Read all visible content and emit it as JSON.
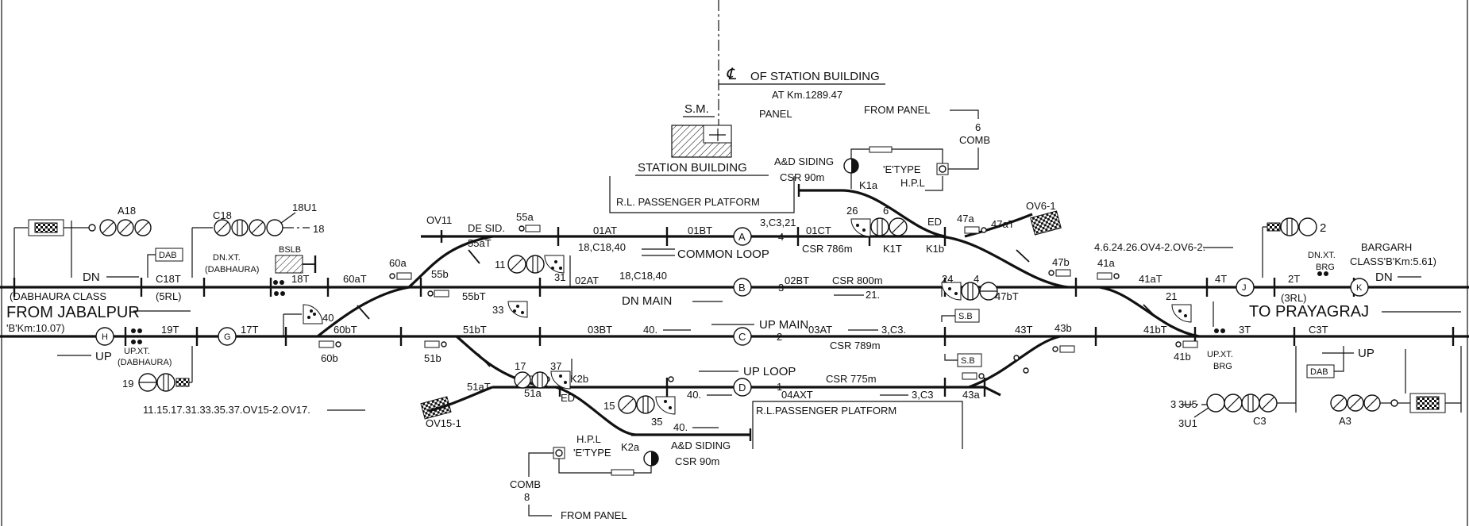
{
  "station": {
    "centre_line": "OF STATION BUILDING",
    "km": "AT Km.1289.47",
    "panel": "PANEL",
    "sm": "S.M.",
    "building": "STATION BUILDING",
    "rl_platform_top": "R.L. PASSENGER PLATFORM",
    "rl_platform_bottom": "R.L.PASSENGER PLATFORM",
    "sb": "S.B"
  },
  "ends": {
    "left_class": "(DABHAURA CLASS",
    "left_from": "FROM JABALPUR",
    "left_km": "'B'Km:10.07)",
    "right_to": "TO PRAYAGRAJ",
    "right_class_1": "BARGARH",
    "right_class_2": "CLASS'B'Km:5.61)"
  },
  "lines": {
    "common_loop": "COMMON LOOP",
    "dn_main": "DN MAIN",
    "up_main": "UP MAIN",
    "up_loop": "UP LOOP",
    "de_sid": "DE SID.",
    "dn": "DN",
    "up": "UP"
  },
  "sidings": {
    "ad_siding": "A&D SIDING",
    "csr90": "CSR 90m",
    "etype": "'E'TYPE",
    "hpl": "H.P.L",
    "from_panel": "FROM PANEL",
    "comb": "COMB",
    "comb_top_no": "6",
    "comb_bottom_no": "8",
    "ed": "ED"
  },
  "csr": {
    "loop": "CSR 786m",
    "dn_main": "CSR 800m",
    "up_main": "CSR 789m",
    "up_loop": "CSR 775m"
  },
  "routes": {
    "r_318c21": "3,C3,21",
    "r_18c1840a": "18,C18,40",
    "r_18c1840b": "18,C18,40",
    "r_21": "21.",
    "r_40a": "40.",
    "r_3c3a": "3,C3.",
    "r_40b": "40.",
    "r_3c3b": "3,C3",
    "r_40c": "40.",
    "left_list": "11.15.17.31.33.35.37.OV15-2.OV17.",
    "right_list": "4.6.24.26.OV4-2.OV6-2."
  },
  "stations": {
    "A": "A",
    "B": "B",
    "C": "C",
    "D": "D",
    "G": "G",
    "H": "H",
    "J": "J",
    "K": "K"
  },
  "line_numbers": {
    "n4": "4",
    "n3": "3",
    "n2": "2",
    "n1": "1"
  },
  "track_circuits": {
    "t01AT": "01AT",
    "t01BT": "01BT",
    "t01CT": "01CT",
    "t02AT": "02AT",
    "t02BT": "02BT",
    "t03BT": "03BT",
    "t03AT": "03AT",
    "t04AXT": "04AXT",
    "t55aT": "55aT",
    "t55bT": "55bT",
    "t60aT": "60aT",
    "t60bT": "60bT",
    "t51bT": "51bT",
    "t51aT": "51aT",
    "t47aT": "47aT",
    "t47bT": "47bT",
    "t43T": "43T",
    "t41aT": "41aT",
    "t41bT": "41bT",
    "t4T": "4T",
    "t2T": "2T",
    "t3T": "3T",
    "tC3T": "C3T",
    "tC18T": "C18T",
    "t18T": "18T",
    "t19T": "19T",
    "t17T": "17T",
    "tK1T": "K1T"
  },
  "points": {
    "p55a": "55a",
    "p55b": "55b",
    "p60a": "60a",
    "p60b": "60b",
    "p51a": "51a",
    "p51b": "51b",
    "p47a": "47a",
    "p47b": "47b",
    "p43a": "43a",
    "p43b": "43b",
    "p41a": "41a",
    "p41b": "41b",
    "K1a": "K1a",
    "K1b": "K1b",
    "K2a": "K2a",
    "K2b": "K2b"
  },
  "signals": {
    "A18": "A18",
    "C18": "C18",
    "s18U1": "18U1",
    "s18": "18",
    "s11": "11",
    "s31": "31",
    "s33": "33",
    "s40": "40",
    "s17": "17",
    "s37": "37",
    "s19": "19",
    "s15": "15",
    "s35": "35",
    "s26": "26",
    "s6": "6",
    "s24": "24",
    "s4": "4",
    "s21": "21",
    "s2": "2",
    "s3U5": "3U5",
    "s3": "3",
    "s3U1": "3U1",
    "C3": "C3",
    "A3": "A3",
    "OV11": "OV11",
    "OV15_1": "OV15-1",
    "OV6_1": "OV6-1"
  },
  "misc": {
    "dab": "DAB",
    "bslb": "BSLB",
    "dn_xt_dab": "DN.XT.",
    "dabhaura_a": "(DABHAURA)",
    "up_xt": "UP.XT.",
    "dabhaura_b": "(DABHAURA)",
    "rl5": "(5RL)",
    "rl3": "(3RL)",
    "dn_xt_brg": "DN.XT.",
    "brg_a": "BRG",
    "up_xt_brg": "UP.XT.",
    "brg_b": "BRG"
  }
}
